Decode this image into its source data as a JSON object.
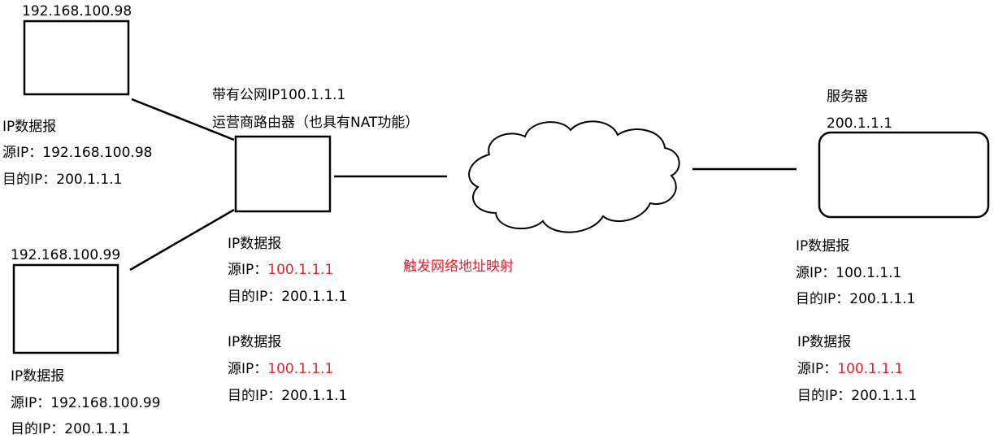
{
  "colors": {
    "line": "#000000",
    "highlight": "#e8202a",
    "background": "#ffffff"
  },
  "host1": {
    "ip": "192.168.100.98",
    "packet": {
      "title": "IP数据报",
      "src_label": "源IP：",
      "src_value": "192.168.100.98",
      "dst_label": "目的IP：",
      "dst_value": "200.1.1.1"
    }
  },
  "host2": {
    "ip": "192.168.100.99",
    "packet": {
      "title": "IP数据报",
      "src_label": "源IP：",
      "src_value": "192.168.100.99",
      "dst_label": "目的IP：",
      "dst_value": "200.1.1.1"
    }
  },
  "router": {
    "line1": "带有公网IP100.1.1.1",
    "line2": "运营商路由器（也具有NAT功能）",
    "packets": [
      {
        "title": "IP数据报",
        "src_label": "源IP：",
        "src_value": "100.1.1.1",
        "dst_label": "目的IP：",
        "dst_value": "200.1.1.1"
      },
      {
        "title": "IP数据报",
        "src_label": "源IP：",
        "src_value": "100.1.1.1",
        "dst_label": "目的IP：",
        "dst_value": "200.1.1.1"
      }
    ]
  },
  "nat_note": "触发网络地址映射",
  "server": {
    "name": "服务器",
    "ip": "200.1.1.1",
    "packets": [
      {
        "title": "IP数据报",
        "src_label": "源IP：",
        "src_value": "100.1.1.1",
        "dst_label": "目的IP：",
        "dst_value": "200.1.1.1"
      },
      {
        "title": "IP数据报",
        "src_label": "源IP：",
        "src_value": "100.1.1.1",
        "dst_label": "目的IP：",
        "dst_value": "200.1.1.1"
      }
    ]
  }
}
